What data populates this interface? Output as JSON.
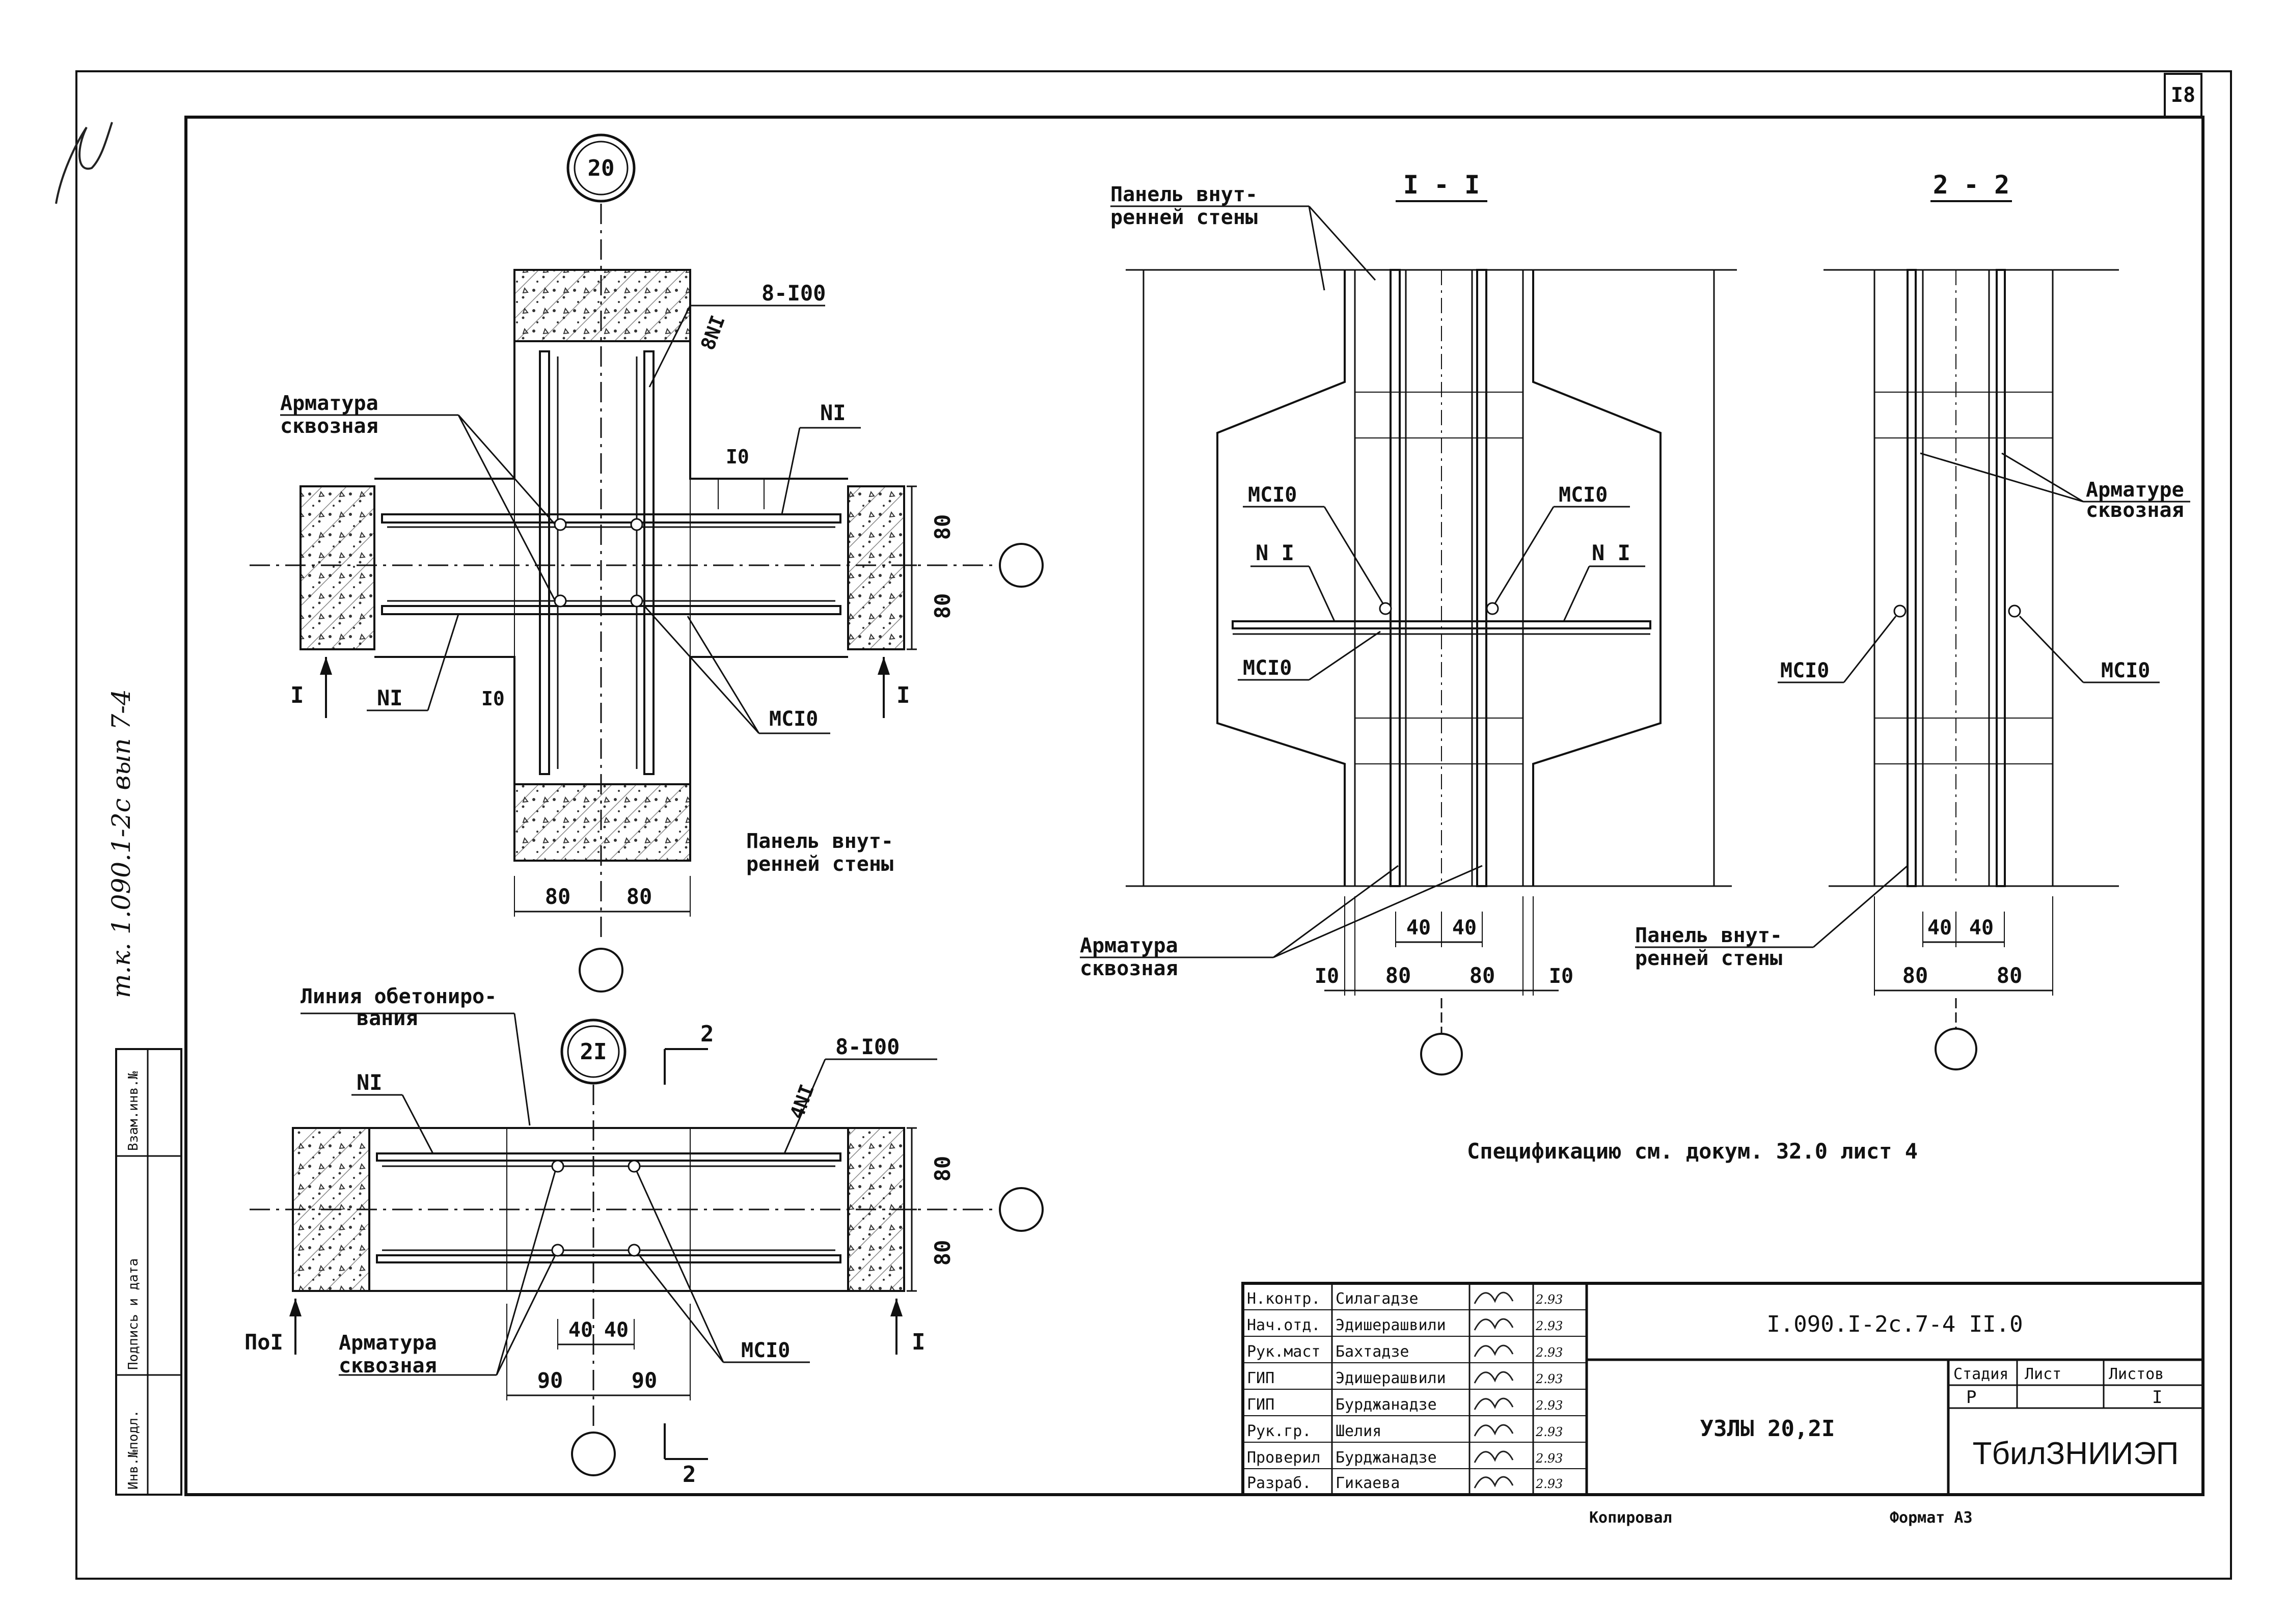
{
  "sheet": {
    "number": "I8",
    "side_note": "т.к. 1.090.1-2с вып 7-4"
  },
  "stamp_left": [
    "Инв.№подл.",
    "Подпись и дата",
    "Взам.инв.№"
  ],
  "node20": {
    "marker": "20",
    "rebar_spacing": "8-I00",
    "rebar_count": "8NI",
    "arm_label_1": "Арматура",
    "arm_label_2": "сквозная",
    "ni_top": "NI",
    "ni_bottom": "NI",
    "dim_10_top": "I0",
    "dim_10_bottom": "I0",
    "msc10": "МСI0",
    "dim_80_a": "80",
    "dim_80_b": "80",
    "dim_80_c": "80",
    "dim_80_d": "80",
    "section_left": "I",
    "section_right": "I",
    "panel_1": "Панель внут-",
    "panel_2": "ренней стены"
  },
  "node21": {
    "marker": "2I",
    "line_label_1": "Линия обетониро-",
    "line_label_2": "вания",
    "ni": "NI",
    "rebar_spacing": "8-I00",
    "rebar_count": "4NI",
    "section_2_top": "2",
    "section_2_bottom": "2",
    "dim_80_a": "80",
    "dim_80_b": "80",
    "dim_40_a": "40",
    "dim_40_b": "40",
    "dim_90_a": "90",
    "dim_90_b": "90",
    "section_left": "ПоI",
    "section_right": "I",
    "arm_label_1": "Арматура",
    "arm_label_2": "сквозная",
    "msc10": "МСI0"
  },
  "sec11": {
    "title": "I - I",
    "panel_1": "Панель внут-",
    "panel_2": "ренней стены",
    "msc10_l": "МСI0",
    "msc10_r": "МСI0",
    "ni_l": "N I",
    "ni_r": "N I",
    "msc10_low": "МСI0",
    "arm_1": "Арматура",
    "arm_2": "сквозная",
    "dim_40_a": "40",
    "dim_40_b": "40",
    "dim_10_l": "I0",
    "dim_80_a": "80",
    "dim_80_b": "80",
    "dim_10_r": "I0"
  },
  "sec22": {
    "title": "2 - 2",
    "arm_1": "Арматуре",
    "arm_2": "сквозная",
    "msc10_l": "МСI0",
    "msc10_r": "МСI0",
    "panel_1": "Панель внут-",
    "panel_2": "ренней стены",
    "dim_40_a": "40",
    "dim_40_b": "40",
    "dim_80_a": "80",
    "dim_80_b": "80"
  },
  "spec_note": "Спецификацию см. докум. 32.0 лист 4",
  "title_block": {
    "doc_code": "I.090.I-2с.7-4  II.0",
    "title": "УЗЛЫ 20,2I",
    "org": "ТбилЗНИИЭП",
    "col_stage": "Стадия",
    "col_sheet": "Лист",
    "col_sheets": "Листов",
    "stage": "Р",
    "sheets": "I",
    "rows": [
      {
        "role": "Н.контр.",
        "name": "Силагадзе",
        "date": "2.93"
      },
      {
        "role": "Нач.отд.",
        "name": "Эдишерашвили",
        "date": "2.93"
      },
      {
        "role": "Рук.маст",
        "name": "Бахтадзе",
        "date": "2.93"
      },
      {
        "role": "ГИП",
        "name": "Эдишерашвили",
        "date": "2.93"
      },
      {
        "role": "ГИП",
        "name": "Бурджанадзе",
        "date": "2.93"
      },
      {
        "role": "Рук.гр.",
        "name": "Шелия",
        "date": "2.93"
      },
      {
        "role": "Проверил",
        "name": "Бурджанадзе",
        "date": "2.93"
      },
      {
        "role": "Разраб.",
        "name": "Гикаева",
        "date": "2.93"
      }
    ]
  },
  "footer": {
    "copied": "Копировал",
    "format": "Формат А3"
  }
}
